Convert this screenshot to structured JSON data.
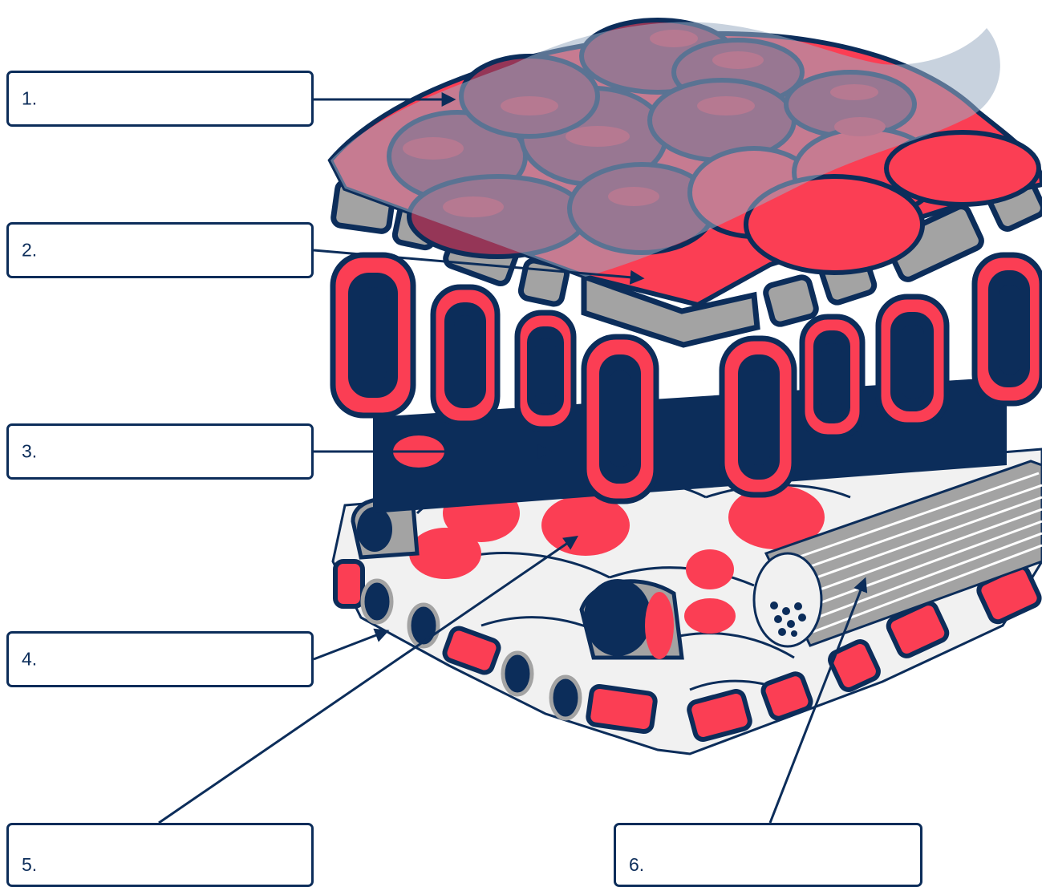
{
  "labels": [
    {
      "id": "1",
      "text": "1."
    },
    {
      "id": "2",
      "text": "2."
    },
    {
      "id": "3",
      "text": "3."
    },
    {
      "id": "4",
      "text": "4."
    },
    {
      "id": "5",
      "text": "5."
    },
    {
      "id": "6",
      "text": "6."
    }
  ],
  "colors": {
    "navy": "#0c2d5a",
    "red": "#fb3e54",
    "maroon": "#953657",
    "grey": "#a3a3a3",
    "cuticle": "#9badc2",
    "light": "#f1f1f1"
  }
}
